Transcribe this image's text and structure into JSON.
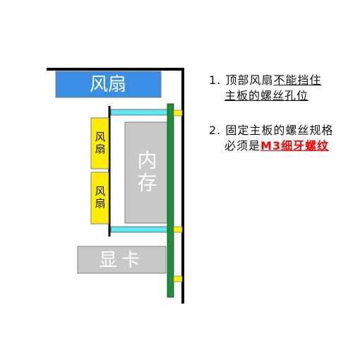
{
  "diagram": {
    "top_fan_label": "风扇",
    "side_fan_1_label": "风扇",
    "side_fan_2_label": "风扇",
    "memory_label": "内存",
    "gpu_label": "显卡",
    "colors": {
      "top_fan_fill": "#3a8ee6",
      "side_fan_fill": "#ffee00",
      "memory_fill": "#c8c8c8",
      "gpu_fill": "#c8c8c8",
      "standoff_fill": "#5fe7f0",
      "motherboard_fill": "#1e8f3a",
      "case_outline": "#000000",
      "screw_fill": "#ffee00"
    }
  },
  "notes": {
    "item1": {
      "number": "1.",
      "line1_plain": "顶部风扇",
      "line1_underlined": "不能挡住",
      "line2_underlined": "主板的螺丝孔位"
    },
    "item2": {
      "number": "2.",
      "line1": "固定主板的螺丝规格",
      "line2_plain": "必须是",
      "line2_highlight": "M3细牙螺纹",
      "highlight_color": "#ff0000"
    }
  }
}
